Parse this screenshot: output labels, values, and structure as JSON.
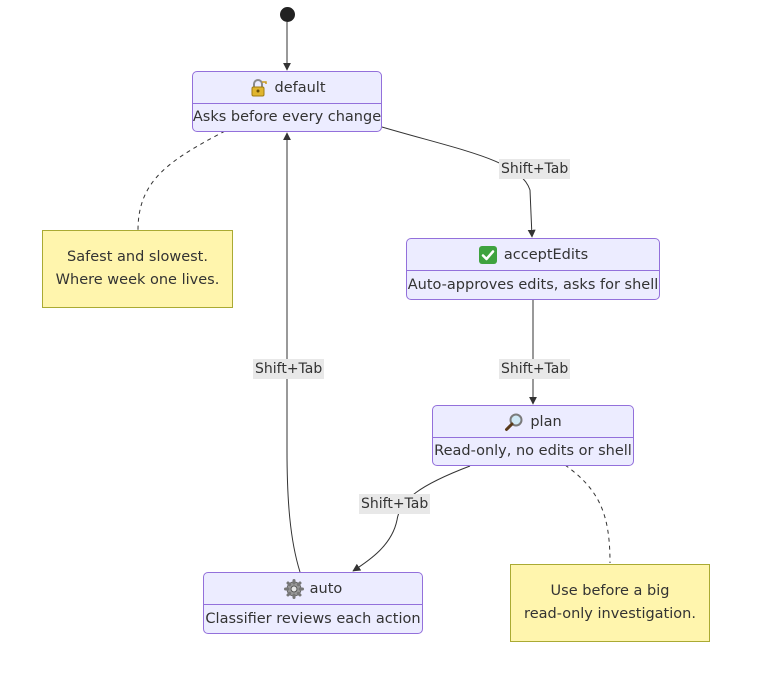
{
  "states": {
    "default": {
      "title": "default",
      "desc": "Asks before every change",
      "icon": "lock-with-key-icon"
    },
    "acceptEdits": {
      "title": "acceptEdits",
      "desc": "Auto-approves edits, asks for shell",
      "icon": "check-mark-icon"
    },
    "plan": {
      "title": "plan",
      "desc": "Read-only, no edits or shell",
      "icon": "magnifier-icon"
    },
    "auto": {
      "title": "auto",
      "desc": "Classifier reviews each action",
      "icon": "gear-icon"
    }
  },
  "notes": {
    "default": [
      "Safest and slowest.",
      "Where week one lives."
    ],
    "plan": [
      "Use before a big",
      "read-only investigation."
    ]
  },
  "transitions": {
    "default_to_acceptEdits": "Shift+Tab",
    "acceptEdits_to_plan": "Shift+Tab",
    "plan_to_auto": "Shift+Tab",
    "auto_to_default": "Shift+Tab"
  },
  "colors": {
    "state_fill": "#ececff",
    "state_border": "#9370db",
    "note_fill": "#fff5ad",
    "note_border": "#aaaa33",
    "edge": "#333333",
    "label_bg": "#e8e8e8",
    "check_green": "#3fa33f"
  }
}
